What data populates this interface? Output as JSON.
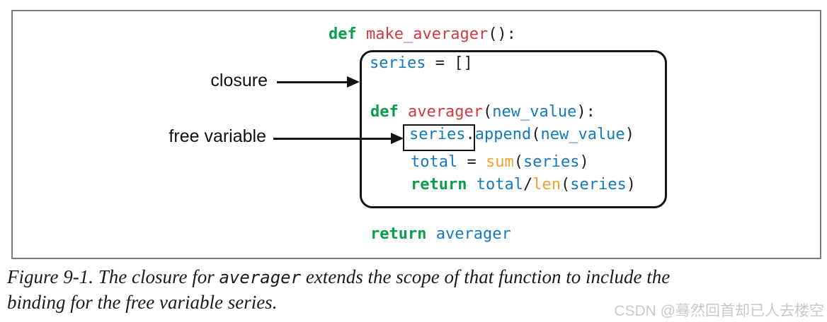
{
  "colors": {
    "ink": "#141414",
    "kw": "#0a9e4b",
    "fn": "#d03844",
    "var": "#147abc",
    "bi": "#f5a02e",
    "pl": "#1c1c1c",
    "frame_gray": "#7d7d7d",
    "watermark_gray": "#c9c9c9"
  },
  "labels": {
    "closure": "closure",
    "free_variable": "free variable"
  },
  "code": {
    "lines": [
      {
        "tokens": [
          {
            "t": "def",
            "c": "kw"
          },
          {
            "t": " ",
            "c": "pl"
          },
          {
            "t": "make_averager",
            "c": "fn"
          },
          {
            "t": "():",
            "c": "pl"
          }
        ]
      },
      {
        "tokens": [
          {
            "t": "series",
            "c": "var"
          },
          {
            "t": " = []",
            "c": "pl"
          }
        ]
      },
      {
        "tokens": [
          {
            "t": "def",
            "c": "kw"
          },
          {
            "t": " ",
            "c": "pl"
          },
          {
            "t": "averager",
            "c": "fn"
          },
          {
            "t": "(",
            "c": "pl"
          },
          {
            "t": "new_value",
            "c": "var"
          },
          {
            "t": "):",
            "c": "pl"
          }
        ]
      },
      {
        "tokens": [
          {
            "t": "series",
            "c": "var"
          },
          {
            "t": ".",
            "c": "pl"
          },
          {
            "t": "append",
            "c": "var"
          },
          {
            "t": "(",
            "c": "pl"
          },
          {
            "t": "new_value",
            "c": "var"
          },
          {
            "t": ")",
            "c": "pl"
          }
        ]
      },
      {
        "tokens": [
          {
            "t": "total",
            "c": "var"
          },
          {
            "t": " = ",
            "c": "pl"
          },
          {
            "t": "sum",
            "c": "bi"
          },
          {
            "t": "(",
            "c": "pl"
          },
          {
            "t": "series",
            "c": "var"
          },
          {
            "t": ")",
            "c": "pl"
          }
        ]
      },
      {
        "tokens": [
          {
            "t": "return",
            "c": "kw"
          },
          {
            "t": " ",
            "c": "pl"
          },
          {
            "t": "total",
            "c": "var"
          },
          {
            "t": "/",
            "c": "pl"
          },
          {
            "t": "len",
            "c": "bi"
          },
          {
            "t": "(",
            "c": "pl"
          },
          {
            "t": "series",
            "c": "var"
          },
          {
            "t": ")",
            "c": "pl"
          }
        ]
      },
      {
        "tokens": [
          {
            "t": "return",
            "c": "kw"
          },
          {
            "t": " ",
            "c": "pl"
          },
          {
            "t": "averager",
            "c": "var"
          }
        ]
      }
    ]
  },
  "caption": {
    "line1_serif_a": "Figure 9-1. The closure for ",
    "line1_mono": "averager",
    "line1_serif_b": " extends the scope of that function to include the",
    "line2": "binding for the free variable series."
  },
  "watermark": "CSDN @蓦然回首却已人去楼空"
}
